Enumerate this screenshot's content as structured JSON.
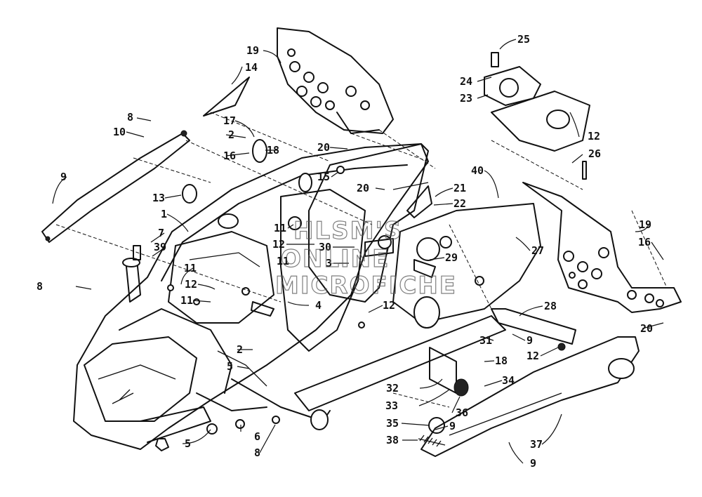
{
  "diagram": {
    "callouts": [
      "25",
      "19",
      "14",
      "24",
      "23",
      "8",
      "10",
      "17",
      "2",
      "16",
      "18",
      "20",
      "12",
      "26",
      "9",
      "15",
      "20",
      "40",
      "21",
      "22",
      "13",
      "1",
      "11",
      "12",
      "30",
      "19",
      "7",
      "39",
      "11",
      "3",
      "29",
      "27",
      "16",
      "8",
      "11",
      "12",
      "11",
      "4",
      "12",
      "28",
      "2",
      "31",
      "9",
      "12",
      "20",
      "5",
      "18",
      "34",
      "32",
      "33",
      "36",
      "35",
      "9",
      "5",
      "6",
      "8",
      "38",
      "37",
      "9"
    ],
    "watermark": [
      "HLSM'S",
      "ONLINE",
      "MICROFICHE"
    ],
    "colors": {
      "ink": "#111111",
      "paper": "#ffffff",
      "watermark": "#555555"
    }
  }
}
